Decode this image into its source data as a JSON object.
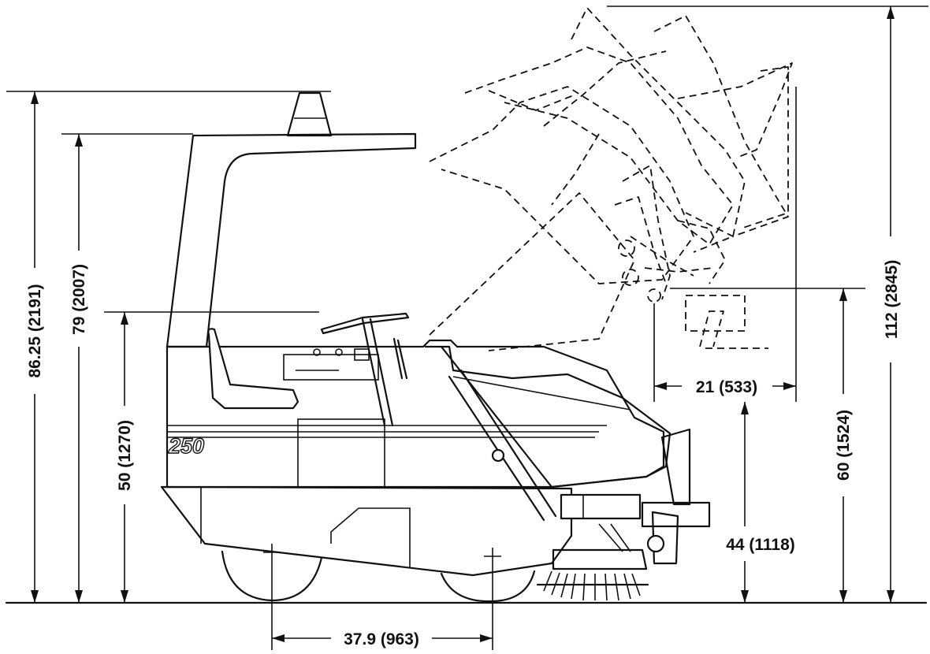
{
  "model_badge": "250",
  "dimensions": {
    "overall_height_cone": "86.25 (2191)",
    "overhead_guard_height": "79 (2007)",
    "steering_wheel_height": "50 (1270)",
    "wheelbase": "37.9 (963)",
    "max_dump_height": "112 (2845)",
    "dump_clearance": "60 (1524)",
    "dump_reach": "21 (533)",
    "hopper_height": "44 (1118)"
  }
}
